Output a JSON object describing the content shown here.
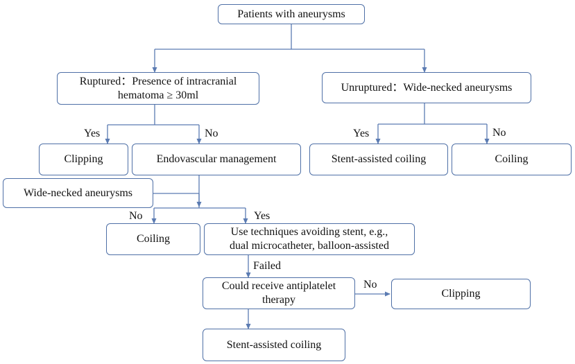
{
  "nodes": {
    "patients": "Patients with aneurysms",
    "ruptured_line1": "Ruptured：Presence of intracranial",
    "ruptured_line2": "hematoma ≥ 30ml",
    "unruptured": "Unruptured：Wide-necked aneurysms",
    "clipping_left": "Clipping",
    "endovascular": "Endovascular management",
    "stent_coiling_right": "Stent-assisted coiling",
    "coiling_right": "Coiling",
    "wide_necked": "Wide-necked aneurysms",
    "coiling_mid": "Coiling",
    "techniques_line1": "Use techniques avoiding stent, e.g.,",
    "techniques_line2": "dual microcatheter, balloon-assisted",
    "antiplatelet_line1": "Could receive antiplatelet",
    "antiplatelet_line2": "therapy",
    "clipping_right": "Clipping",
    "stent_coiling_bottom": "Stent-assisted coiling"
  },
  "edge_labels": {
    "yes_ruptured": "Yes",
    "no_ruptured": "No",
    "yes_unruptured": "Yes",
    "no_unruptured": "No",
    "no_wide": "No",
    "yes_wide": "Yes",
    "failed": "Failed",
    "no_antiplatelet": "No"
  },
  "colors": {
    "box_border": "#4e6fa6",
    "connector": "#5b7bb2",
    "text": "#111111"
  }
}
